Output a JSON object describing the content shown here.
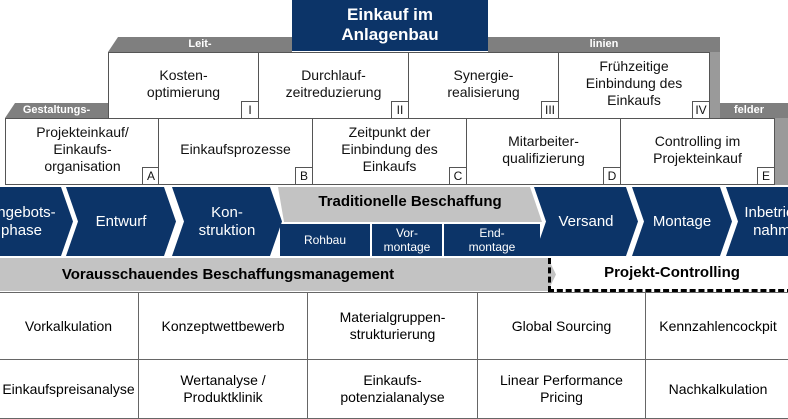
{
  "title": "Einkauf im Anlagenbau",
  "bars": {
    "leit": "Leit-",
    "linien": "linien",
    "gestaltungs": "Gestaltungs-",
    "felder": "felder"
  },
  "leitlinien": [
    {
      "label": "Kosten-\noptimierung",
      "letter": "I"
    },
    {
      "label": "Durchlauf-\nzeitreduzierung",
      "letter": "II"
    },
    {
      "label": "Synergie-\nrealisierung",
      "letter": "III"
    },
    {
      "label": "Frühzeitige\nEinbindung des\nEinkaufs",
      "letter": "IV"
    }
  ],
  "felder": [
    {
      "label": "Projekteinkauf/\nEinkaufs-\norganisation",
      "letter": "A"
    },
    {
      "label": "Einkaufsprozesse",
      "letter": "B"
    },
    {
      "label": "Zeitpunkt der\nEinbindung des\nEinkaufs",
      "letter": "C"
    },
    {
      "label": "Mitarbeiter-\nqualifizierung",
      "letter": "D"
    },
    {
      "label": "Controlling im\nProjekteinkauf",
      "letter": "E"
    }
  ],
  "process": {
    "phases": [
      "Angebots-\nphase",
      "Entwurf",
      "Kon-\nstruktion",
      "Versand",
      "Montage",
      "Inbetrieb-\nnahme"
    ],
    "traditional": "Traditionelle Beschaffung",
    "sub": [
      "Rohbau",
      "Vor-\nmontage",
      "End-\nmontage"
    ]
  },
  "banner": {
    "left": "Vorausschauendes Beschaffungsmanagement",
    "right": "Projekt-Controlling"
  },
  "table": [
    [
      "Vorkalkulation",
      "Konzeptwettbewerb",
      "Materialgruppen-\nstrukturierung",
      "Global Sourcing",
      "Kennzahlencockpit"
    ],
    [
      "Einkaufspreisanalyse",
      "Wertanalyse /\nProduktklinik",
      "Einkaufs-\npotenzialanalyse",
      "Linear Performance\nPricing",
      "Nachkalkulation"
    ]
  ]
}
